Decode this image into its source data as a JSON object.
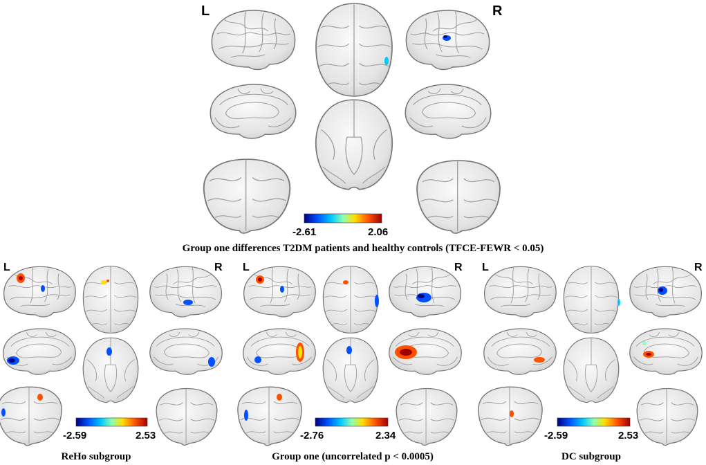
{
  "top_panel": {
    "left_marker": "L",
    "right_marker": "R",
    "colorbar": {
      "min": "-2.61",
      "max": "2.06"
    },
    "caption": "Group one differences T2DM patients and healthy controls (TFCE-FEWR < 0.05)"
  },
  "panels": [
    {
      "left_marker": "L",
      "right_marker": "R",
      "colorbar": {
        "min": "-2.59",
        "max": "2.53"
      },
      "caption": "ReHo subgroup"
    },
    {
      "left_marker": "L",
      "right_marker": "R",
      "colorbar": {
        "min": "-2.76",
        "max": "2.34"
      },
      "caption": "Group one (uncorrelated p < 0.0005)"
    },
    {
      "left_marker": "L",
      "right_marker": "R",
      "colorbar": {
        "min": "-2.59",
        "max": "2.53"
      },
      "caption": "DC subgroup"
    }
  ],
  "colors": {
    "colormap": [
      "#00007f",
      "#0050ff",
      "#00c8ff",
      "#8cffb4",
      "#ffe000",
      "#ff5000",
      "#a00000"
    ],
    "brain_fill": "#e6e6e6",
    "brain_stroke": "#8a8a8a"
  }
}
